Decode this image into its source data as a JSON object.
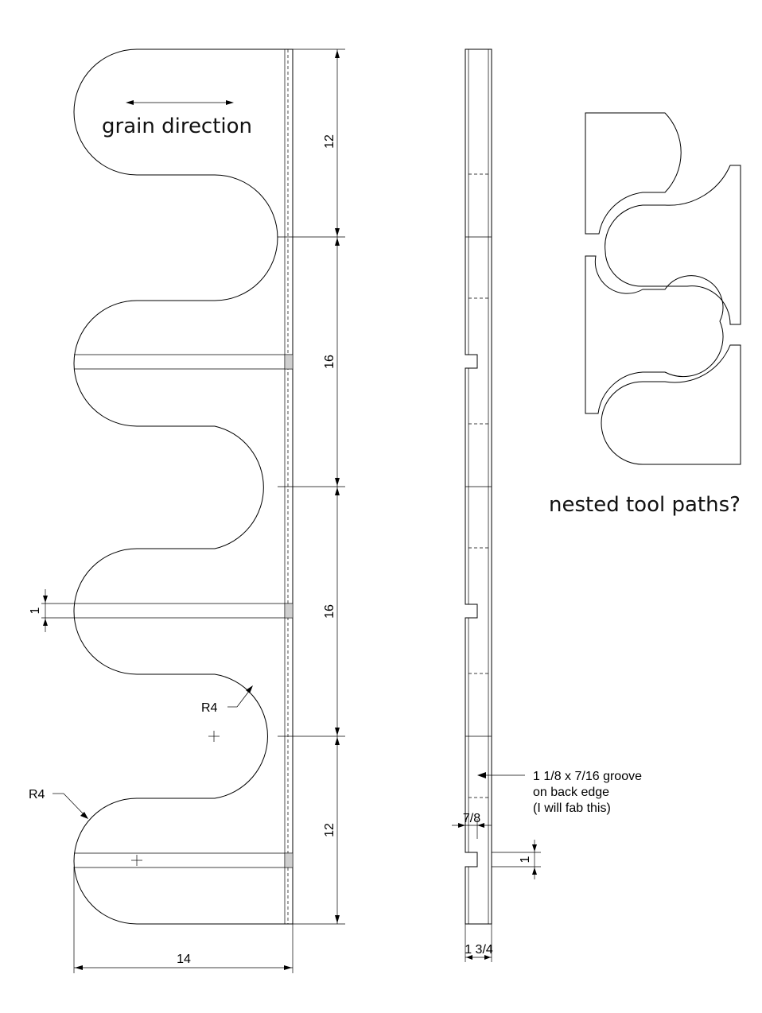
{
  "annotations": {
    "grain": "grain direction",
    "nested": "nested tool paths?",
    "groove_note_1": "1 1/8 x 7/16 groove",
    "groove_note_2": "on back edge",
    "groove_note_3": "(I will fab this)"
  },
  "dimensions": {
    "d12_top": "12",
    "d16_a": "16",
    "d16_b": "16",
    "d12_bottom": "12",
    "width": "14",
    "slot_height_left": "1",
    "slot_height_right": "1",
    "radius_1": "R4",
    "radius_2": "R4",
    "groove_depth": "7/8",
    "thickness": "1 3/4"
  }
}
